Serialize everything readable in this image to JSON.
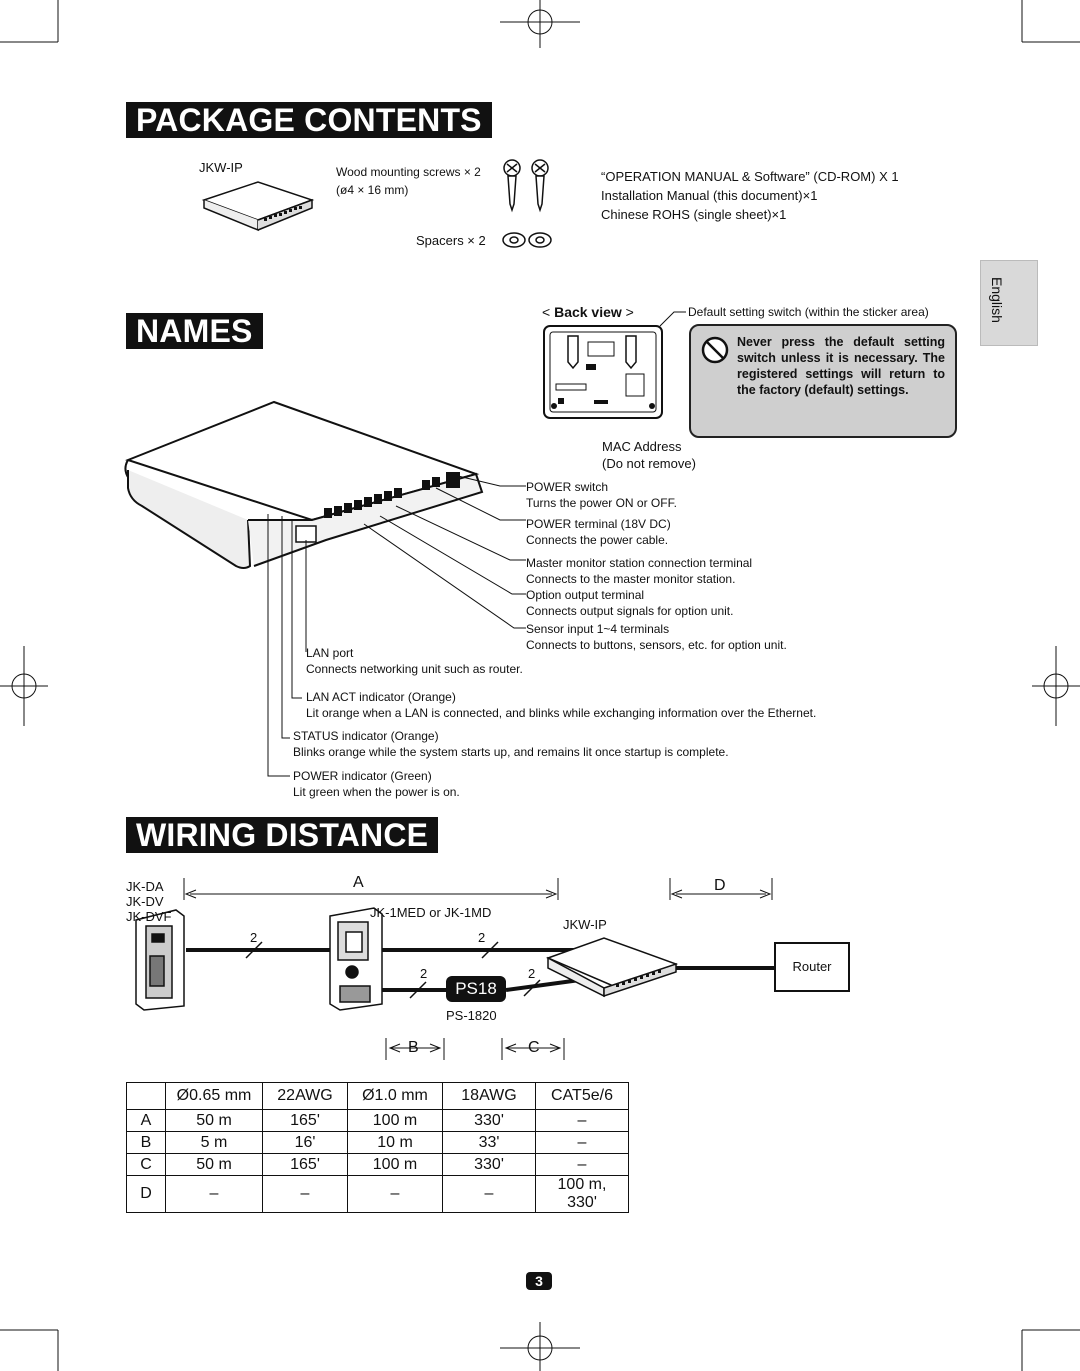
{
  "headings": {
    "package_contents": "PACKAGE CONTENTS",
    "names": "NAMES",
    "wiring_distance": "WIRING DISTANCE"
  },
  "side_tab": "English",
  "package": {
    "unit_label": "JKW-IP",
    "screws_line1": "Wood mounting screws × 2",
    "screws_line2": "(ø4 × 16 mm)",
    "spacers": "Spacers × 2",
    "docs": [
      "“OPERATION MANUAL & Software” (CD-ROM) X 1",
      "Installation Manual (this document)×1",
      "Chinese ROHS (single sheet)×1"
    ]
  },
  "names": {
    "back_view": "Back view",
    "default_switch": "Default setting switch (within the sticker area)",
    "warning": "Never press the default setting switch unless it is necessary. The registered settings will return to the factory (default) settings.",
    "mac_line1": "MAC Address",
    "mac_line2": "(Do not remove)",
    "callouts": [
      {
        "title": "POWER switch",
        "desc": "Turns the power ON or OFF."
      },
      {
        "title": "POWER terminal (18V DC)",
        "desc": "Connects the power cable."
      },
      {
        "title": "Master monitor station connection terminal",
        "desc": "Connects to the master monitor station."
      },
      {
        "title": "Option output terminal",
        "desc": "Connects output signals for option unit."
      },
      {
        "title": "Sensor input 1~4 terminals",
        "desc": "Connects to buttons, sensors, etc. for option unit."
      },
      {
        "title": "LAN port",
        "desc": "Connects networking unit such as router."
      },
      {
        "title": "LAN ACT indicator (Orange)",
        "desc": "Lit orange when a LAN is connected, and blinks while exchanging information over the Ethernet."
      },
      {
        "title": "STATUS indicator (Orange)",
        "desc": "Blinks orange while the system starts up, and remains lit once startup is complete."
      },
      {
        "title": "POWER indicator (Green)",
        "desc": "Lit green when the power is on."
      }
    ]
  },
  "wiring": {
    "door_station": [
      "JK-DA",
      "JK-DV",
      "JK-DVF"
    ],
    "monitor": "JK-1MED or JK-1MD",
    "unit": "JKW-IP",
    "router": "Router",
    "power_supply": "PS18",
    "power_supply_model": "PS-1820",
    "wire_count": "2",
    "span_a": "A",
    "span_b": "B",
    "span_c": "C",
    "span_d": "D",
    "table": {
      "columns": [
        "",
        "Ø0.65 mm",
        "22AWG",
        "Ø1.0 mm",
        "18AWG",
        "CAT5e/6"
      ],
      "rows": [
        [
          "A",
          "50 m",
          "165'",
          "100 m",
          "330'",
          "–"
        ],
        [
          "B",
          "5 m",
          "16'",
          "10 m",
          "33'",
          "–"
        ],
        [
          "C",
          "50 m",
          "165'",
          "100 m",
          "330'",
          "–"
        ],
        [
          "D",
          "–",
          "–",
          "–",
          "–",
          "100 m, 330'"
        ]
      ]
    }
  },
  "page_number": "3"
}
